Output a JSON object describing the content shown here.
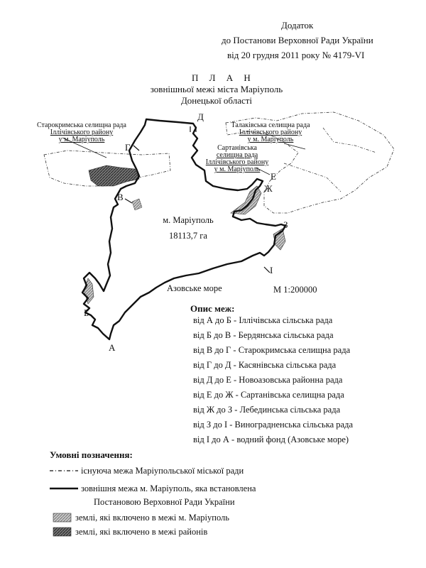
{
  "header": {
    "line1": "Додаток",
    "line2": "до Постанови Верховної Ради України",
    "line3": "від 20 грудня 2011 року  № 4179-VI"
  },
  "title": {
    "line1": "П Л А Н",
    "line2": "зовнішньої межі міста Маріуполь",
    "line3": "Донецької області"
  },
  "map": {
    "region_labels": {
      "starokrymska": [
        "Старокримська селищна рада",
        "Іллічівського району",
        "у м. Маріуполь"
      ],
      "talakivska": [
        "Талаківська селищна рада",
        "Іллічівського району",
        "у м. Маріуполь"
      ],
      "sartanivska": [
        "Сартанівська",
        "селищна рада",
        "Іллічівського району",
        "у м. Маріуполь"
      ]
    },
    "points": {
      "A": "А",
      "B": "Б",
      "V": "В",
      "G": "Г",
      "D": "Д",
      "E": "Е",
      "ZH": "Ж",
      "Z": "З",
      "I": "І"
    },
    "city_name": "м. Маріуполь",
    "city_area": "18113,7 га",
    "sea_label": "Азовське море",
    "scale": "М 1:200000"
  },
  "description": {
    "title": "Опис меж:",
    "items": [
      "від А до Б - Іллічівська сільська рада",
      "від Б до В - Бердянська сільська рада",
      "від В до Г - Старокримська селищна рада",
      "від Г до Д - Касянівська сільська рада",
      "від Д до Е - Новоазовська районна рада",
      "від Е до Ж - Сартанівська селищна рада",
      "від Ж до З - Лебединська сільська рада",
      "від З до І - Виноградненська сільська рада",
      "від І до А - водний фонд (Азовське море)"
    ]
  },
  "legend": {
    "title": "Умовні позначення:",
    "items": [
      "існуюча межа Маріупольської міської ради",
      "зовнішня межа м. Маріуполь, яка встановлена",
      "Постановою Верховної Ради України",
      "землі, які включено в межі м. Маріуполь",
      "землі, які включено в межі районів"
    ]
  },
  "colors": {
    "ink": "#111111",
    "hatch_dark": "#555555",
    "hatch_light": "#999999"
  }
}
